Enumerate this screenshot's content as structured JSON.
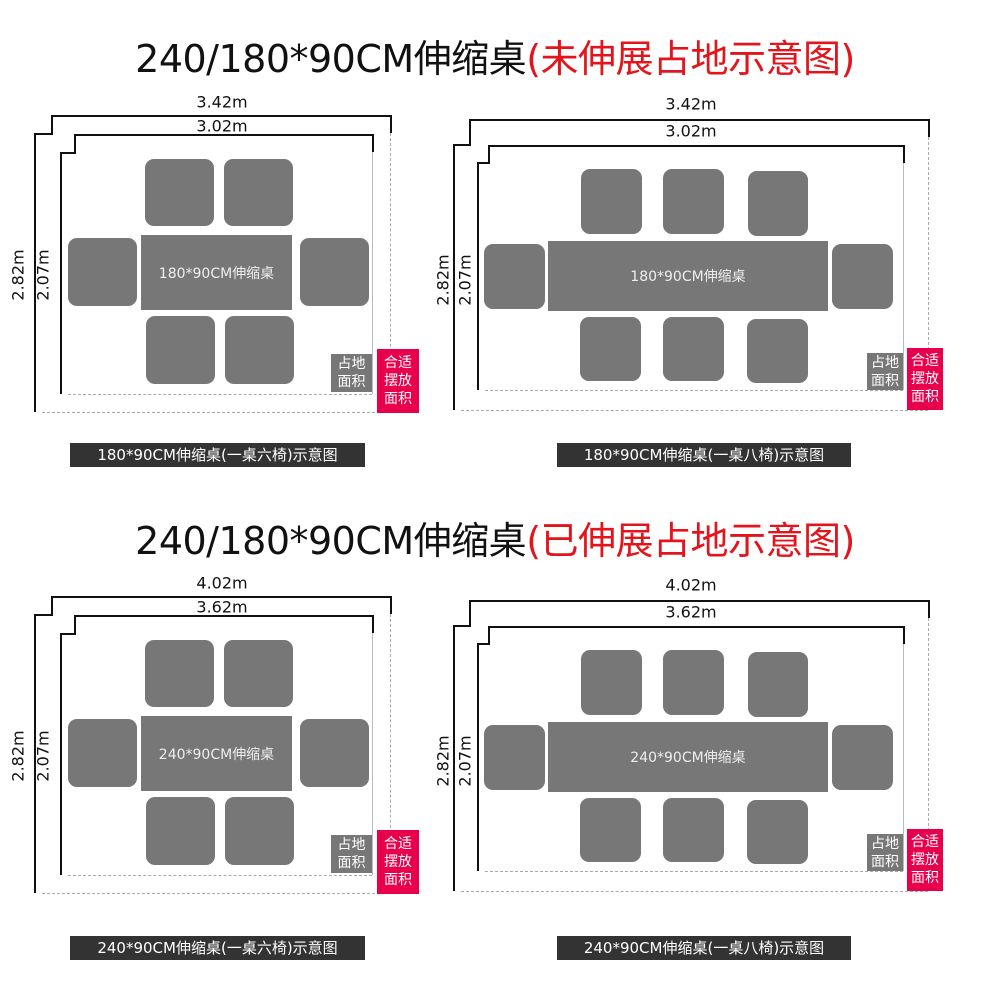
{
  "sections": [
    {
      "title_main": "240/180*90CM伸缩桌",
      "title_note": "(未伸展占地示意图)",
      "panels": [
        {
          "outer_width": "3.42m",
          "inner_width": "3.02m",
          "outer_depth": "2.82m",
          "inner_depth": "2.07m",
          "table_label": "180*90CM伸缩桌",
          "chairs": 6,
          "tag_floor": [
            "占地",
            "面积"
          ],
          "tag_fit": [
            "合适",
            "摆放",
            "面积"
          ],
          "caption": "180*90CM伸缩桌(一桌六椅)示意图"
        },
        {
          "outer_width": "3.42m",
          "inner_width": "3.02m",
          "outer_depth": "2.82m",
          "inner_depth": "2.07m",
          "table_label": "180*90CM伸缩桌",
          "chairs": 8,
          "tag_floor": [
            "占地",
            "面积"
          ],
          "tag_fit": [
            "合适",
            "摆放",
            "面积"
          ],
          "caption": "180*90CM伸缩桌(一桌八椅)示意图"
        }
      ]
    },
    {
      "title_main": "240/180*90CM伸缩桌",
      "title_note": "(已伸展占地示意图)",
      "panels": [
        {
          "outer_width": "4.02m",
          "inner_width": "3.62m",
          "outer_depth": "2.82m",
          "inner_depth": "2.07m",
          "table_label": "240*90CM伸缩桌",
          "chairs": 6,
          "tag_floor": [
            "占地",
            "面积"
          ],
          "tag_fit": [
            "合适",
            "摆放",
            "面积"
          ],
          "caption": "240*90CM伸缩桌(一桌六椅)示意图"
        },
        {
          "outer_width": "4.02m",
          "inner_width": "3.62m",
          "outer_depth": "2.82m",
          "inner_depth": "2.07m",
          "table_label": "240*90CM伸缩桌",
          "chairs": 8,
          "tag_floor": [
            "占地",
            "面积"
          ],
          "tag_fit": [
            "合适",
            "摆放",
            "面积"
          ],
          "caption": "240*90CM伸缩桌(一桌八椅)示意图"
        }
      ]
    }
  ],
  "colors": {
    "accent_red": "#e3141b",
    "tag_pink": "#e8004d",
    "furniture_grey": "#777777",
    "caption_bg": "#333333"
  }
}
